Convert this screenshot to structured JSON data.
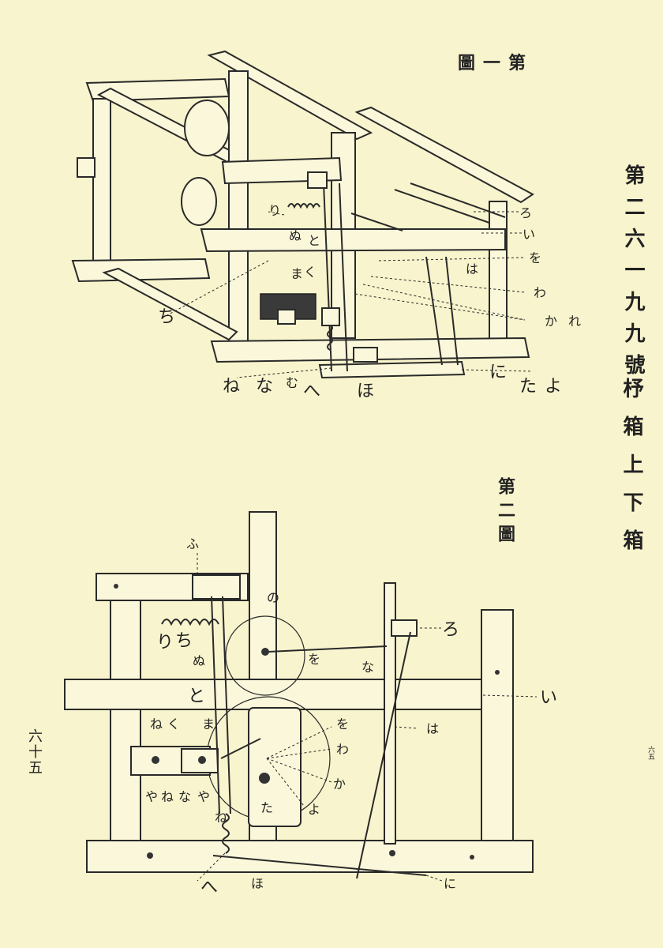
{
  "figure1": {
    "caption": "圖一第",
    "labels": [
      "ろ",
      "い",
      "を",
      "は",
      "わ",
      "か",
      "れ",
      "ち",
      "り",
      "ぬ",
      "と",
      "ま",
      "く",
      "ね",
      "な",
      "む",
      "へ",
      "ほ",
      "に",
      "た",
      "よ"
    ]
  },
  "figure2": {
    "caption": "第二圖",
    "labels": [
      "ふ",
      "り",
      "ち",
      "ぬ",
      "の",
      "ろ",
      "を",
      "な",
      "い",
      "と",
      "は",
      "を",
      "わ",
      "か",
      "よ",
      "た",
      "ね",
      "く",
      "ま",
      "や",
      "ね",
      "な",
      "や",
      "ね",
      "へ",
      "ほ",
      "に"
    ]
  },
  "side_heading": "第二六一九九號",
  "side_title": "杼箱上下箱",
  "page_number": "六十五",
  "right_mark": "六五"
}
